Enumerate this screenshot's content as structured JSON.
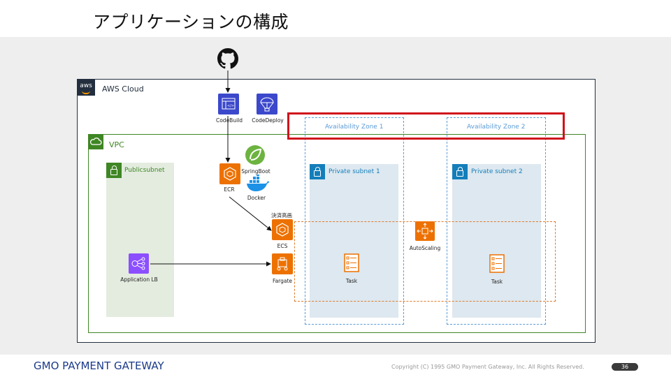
{
  "slide": {
    "title": "アプリケーションの構成",
    "page_number": "36",
    "copyright": "Copyright (C) 1995 GMO Payment Gateway, Inc. All Rights Reserved.",
    "company_logo_text": "GMO PAYMENT GATEWAY"
  },
  "diagram": {
    "aws_cloud_label": "AWS Cloud",
    "aws_logo_text": "aws",
    "vpc_label": "VPC",
    "public_subnet_label": "Publicsubnet",
    "availability_zones": [
      "Availability Zone 1",
      "Availability Zone 2"
    ],
    "private_subnets": [
      "Private subnet 1",
      "Private subnet 2"
    ],
    "services": {
      "codebuild": "CodeBuild",
      "codedeploy": "CodeDeploy",
      "springboot": "SpringBoot",
      "docker": "Docker",
      "ecr": "ECR",
      "ecs_note": "決済高画",
      "ecs": "ECS",
      "fargate": "Fargate",
      "autoscaling": "AutoScaling",
      "alb": "Application LB",
      "task1": "Task",
      "task2": "Task"
    },
    "icons": [
      "github-icon",
      "codebuild-icon",
      "codedeploy-icon",
      "springboot-icon",
      "docker-icon",
      "ecr-icon",
      "ecs-icon",
      "fargate-icon",
      "autoscaling-icon",
      "alb-icon",
      "task-icon"
    ],
    "colors": {
      "aws_dark": "#232f3e",
      "vpc_green": "#3f8624",
      "az_blue": "#5a9bd5",
      "private_blue": "#147eba",
      "highlight_red": "#d0121b",
      "asg_orange": "#e07b2b",
      "devtools_blue": "#3b48cc",
      "compute_orange": "#ed7100",
      "network_purple": "#8c4fff"
    }
  }
}
